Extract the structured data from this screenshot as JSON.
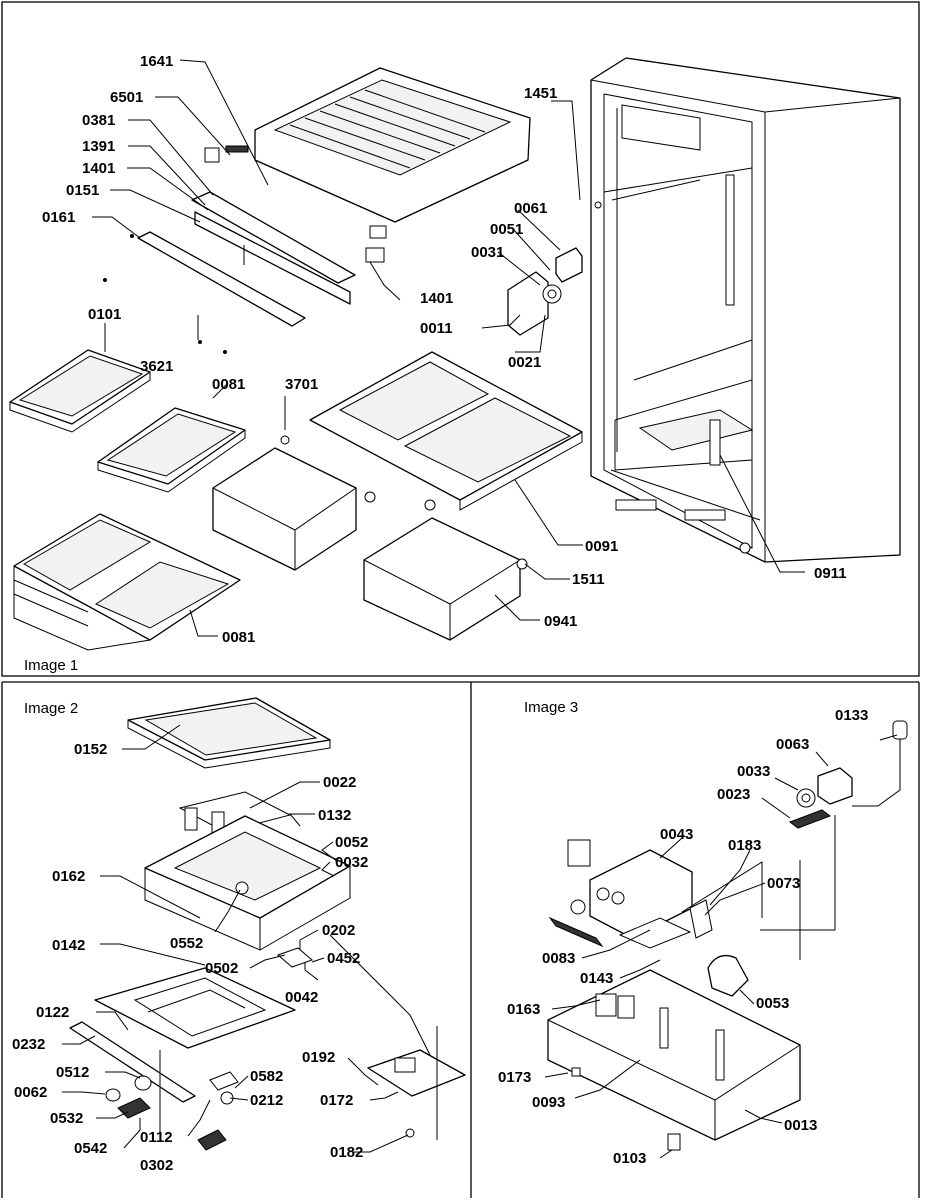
{
  "panels": [
    {
      "id": "image-1",
      "caption": "Image 1"
    },
    {
      "id": "image-2",
      "caption": "Image 2"
    },
    {
      "id": "image-3",
      "caption": "Image 3"
    }
  ],
  "callouts": [
    "1641",
    "6501",
    "0381",
    "1391",
    "1401",
    "0151",
    "0161",
    "0101",
    "3621",
    "0081",
    "3701",
    "1451",
    "0061",
    "0051",
    "0031",
    "1401",
    "0011",
    "0021",
    "0091",
    "1511",
    "0941",
    "0911",
    "0081",
    "0152",
    "0022",
    "0132",
    "0052",
    "0032",
    "0162",
    "0552",
    "0202",
    "0142",
    "0502",
    "0452",
    "0042",
    "0122",
    "0232",
    "0512",
    "0062",
    "0532",
    "0542",
    "0112",
    "0302",
    "0582",
    "0212",
    "0192",
    "0172",
    "0182",
    "0133",
    "0063",
    "0033",
    "0023",
    "0043",
    "0183",
    "0073",
    "0083",
    "0143",
    "0053",
    "0163",
    "0173",
    "0093",
    "0013",
    "0103"
  ]
}
